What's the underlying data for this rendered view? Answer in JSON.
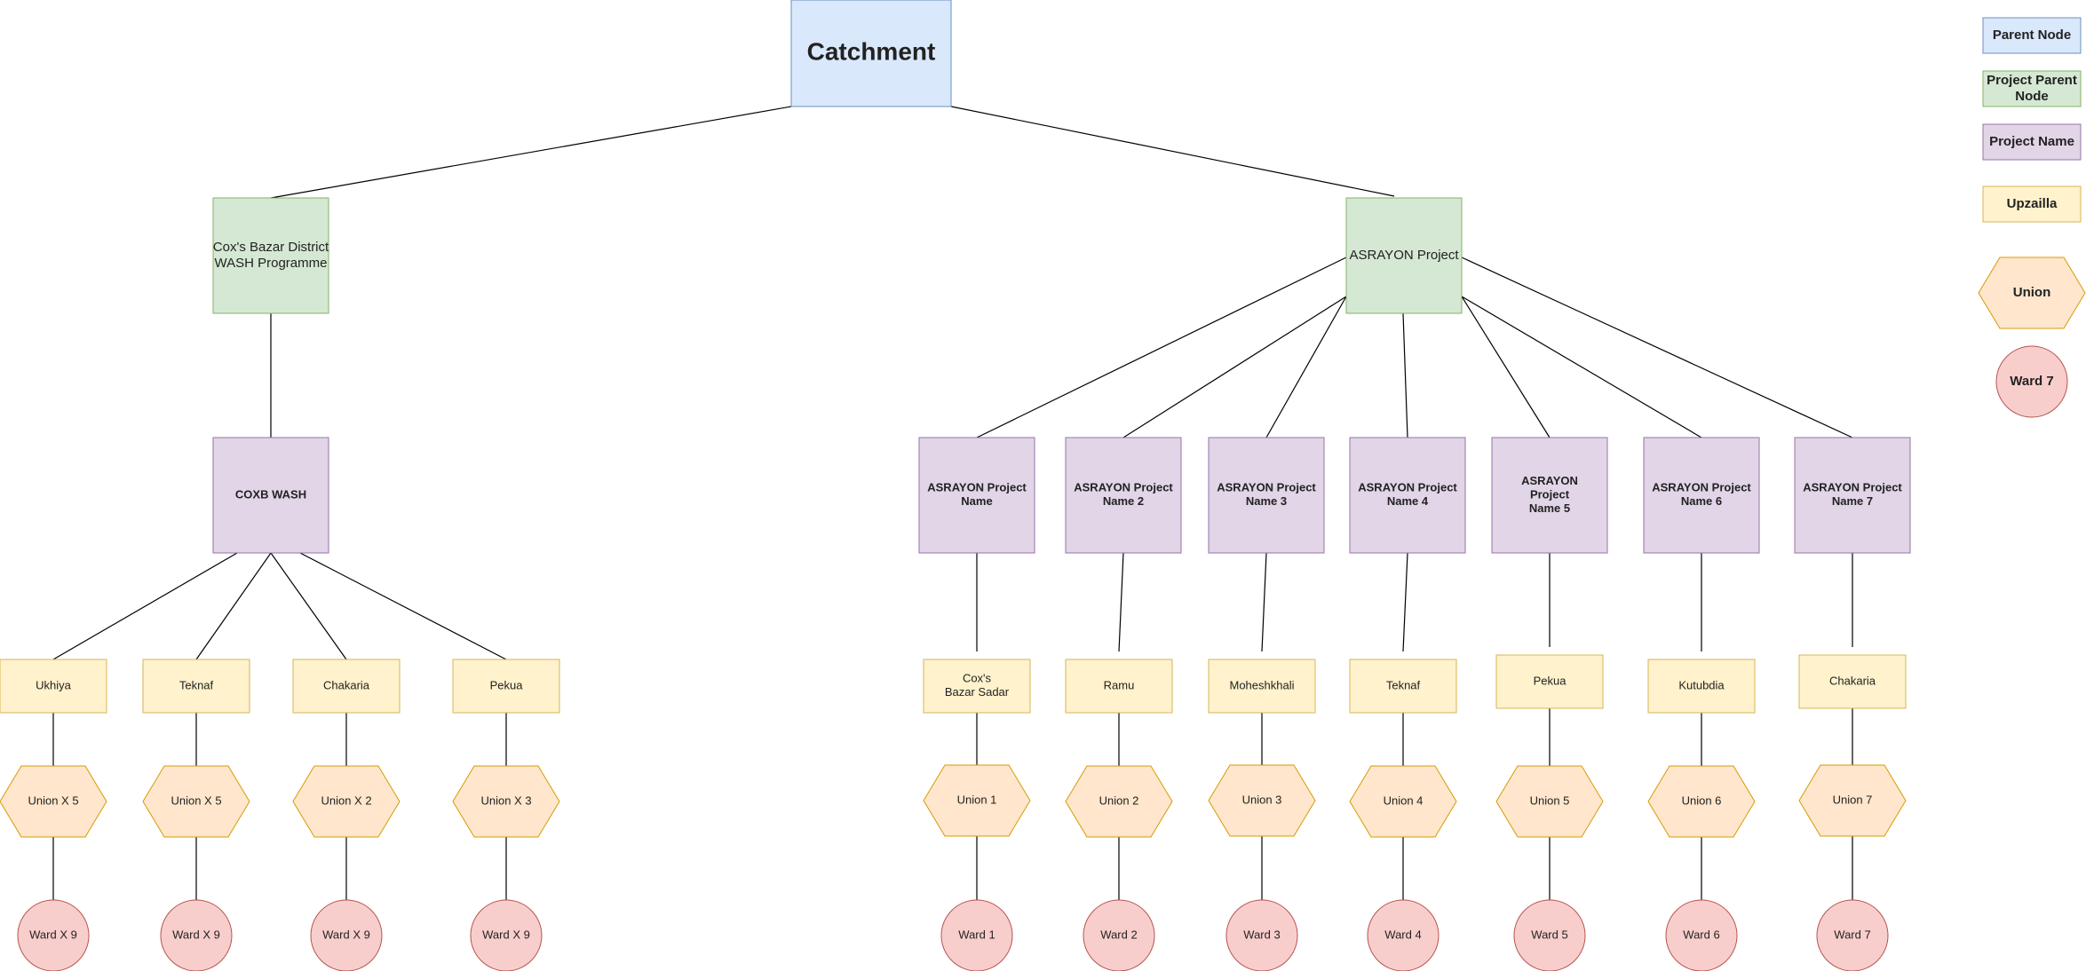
{
  "root": {
    "label": "Catchment"
  },
  "branches": [
    {
      "label": [
        "Cox's Bazar District",
        "WASH Programme"
      ],
      "projects": [
        {
          "label": [
            "COXB WASH"
          ],
          "upazilas": [
            {
              "label": [
                "Ukhiya"
              ],
              "union": "Union X 5",
              "ward": "Ward X 9"
            },
            {
              "label": [
                "Teknaf"
              ],
              "union": "Union X 5",
              "ward": "Ward X 9"
            },
            {
              "label": [
                "Chakaria"
              ],
              "union": "Union X 2",
              "ward": "Ward X 9"
            },
            {
              "label": [
                "Pekua"
              ],
              "union": "Union X 3",
              "ward": "Ward X 9"
            }
          ]
        }
      ]
    },
    {
      "label": [
        "ASRAYON Project"
      ],
      "projects": [
        {
          "label": [
            "ASRAYON Project",
            "Name"
          ],
          "upazilas": [
            {
              "label": [
                "Cox's",
                "Bazar Sadar"
              ],
              "union": "Union 1",
              "ward": "Ward 1"
            }
          ]
        },
        {
          "label": [
            "ASRAYON Project",
            "Name 2"
          ],
          "upazilas": [
            {
              "label": [
                "Ramu"
              ],
              "union": "Union 2",
              "ward": "Ward 2"
            }
          ]
        },
        {
          "label": [
            "ASRAYON Project",
            "Name 3"
          ],
          "upazilas": [
            {
              "label": [
                "Moheshkhali"
              ],
              "union": "Union 3",
              "ward": "Ward 3"
            }
          ]
        },
        {
          "label": [
            "ASRAYON Project",
            "Name 4"
          ],
          "upazilas": [
            {
              "label": [
                "Teknaf"
              ],
              "union": "Union 4",
              "ward": "Ward 4"
            }
          ]
        },
        {
          "label": [
            "ASRAYON",
            "Project",
            "Name 5"
          ],
          "upazilas": [
            {
              "label": [
                "Pekua"
              ],
              "union": "Union 5",
              "ward": "Ward 5"
            }
          ]
        },
        {
          "label": [
            "ASRAYON Project",
            "Name 6"
          ],
          "upazilas": [
            {
              "label": [
                "Kutubdia"
              ],
              "union": "Union 6",
              "ward": "Ward 6"
            }
          ]
        },
        {
          "label": [
            "ASRAYON Project",
            "Name 7"
          ],
          "upazilas": [
            {
              "label": [
                "Chakaria"
              ],
              "union": "Union 7",
              "ward": "Ward 7"
            }
          ]
        }
      ]
    }
  ],
  "legend": [
    {
      "shape": "parent-node",
      "label": [
        "Parent Node"
      ]
    },
    {
      "shape": "project-parent-node",
      "label": [
        "Project Parent",
        "Node"
      ]
    },
    {
      "shape": "project-name",
      "label": [
        "Project Name"
      ]
    },
    {
      "shape": "upazila",
      "label": [
        "Upzailla"
      ]
    },
    {
      "shape": "union",
      "label": [
        "Union"
      ]
    },
    {
      "shape": "ward",
      "label": [
        "Ward 7"
      ]
    }
  ],
  "colors": {
    "parent_fill": "#dae8fc",
    "parent_stroke": "#6c8ebf",
    "project_parent_fill": "#d5e8d4",
    "project_parent_stroke": "#82b366",
    "project_fill": "#e1d5e7",
    "project_stroke": "#9673a6",
    "upazila_fill": "#fff2cc",
    "upazila_stroke": "#d6b656",
    "union_fill": "#ffe6cc",
    "union_stroke": "#d79b00",
    "ward_fill": "#f8cecc",
    "ward_stroke": "#b85450",
    "edge": "#000000"
  }
}
